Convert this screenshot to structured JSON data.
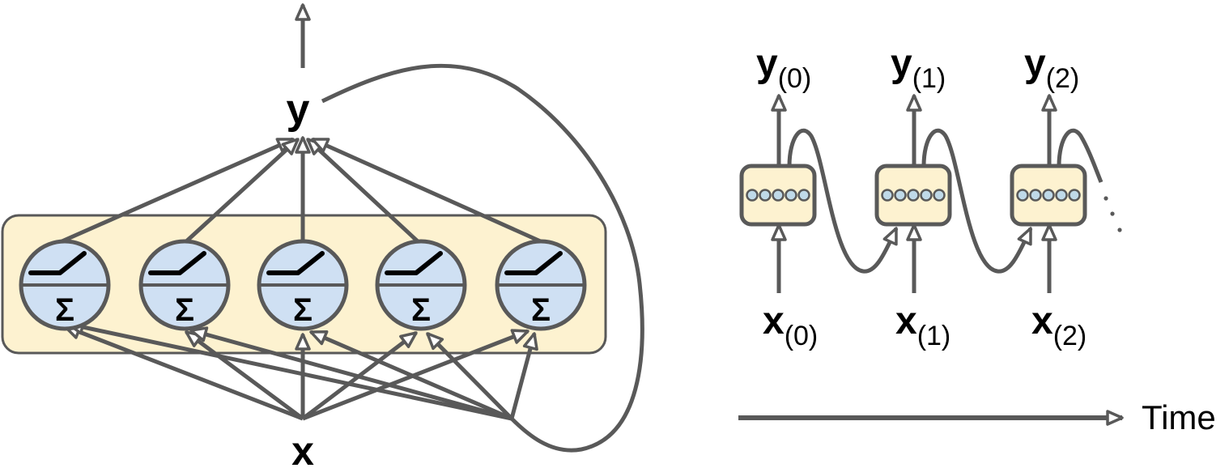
{
  "left_panel": {
    "output_label": "y",
    "input_label": "x",
    "neuron_symbol": "Σ",
    "neuron_count": 5
  },
  "right_panel": {
    "steps": [
      {
        "y_main": "y",
        "y_sub": "(0)",
        "x_main": "x",
        "x_sub": "(0)"
      },
      {
        "y_main": "y",
        "y_sub": "(1)",
        "x_main": "x",
        "x_sub": "(1)"
      },
      {
        "y_main": "y",
        "y_sub": "(2)",
        "x_main": "x",
        "x_sub": "(2)"
      }
    ],
    "time_label": "Time"
  },
  "colors": {
    "line": "#595959",
    "layer_fill": "#fdf2d0",
    "neuron_fill": "#cfe0f3",
    "dot_fill": "#bfd9e8",
    "text": "#000000"
  }
}
